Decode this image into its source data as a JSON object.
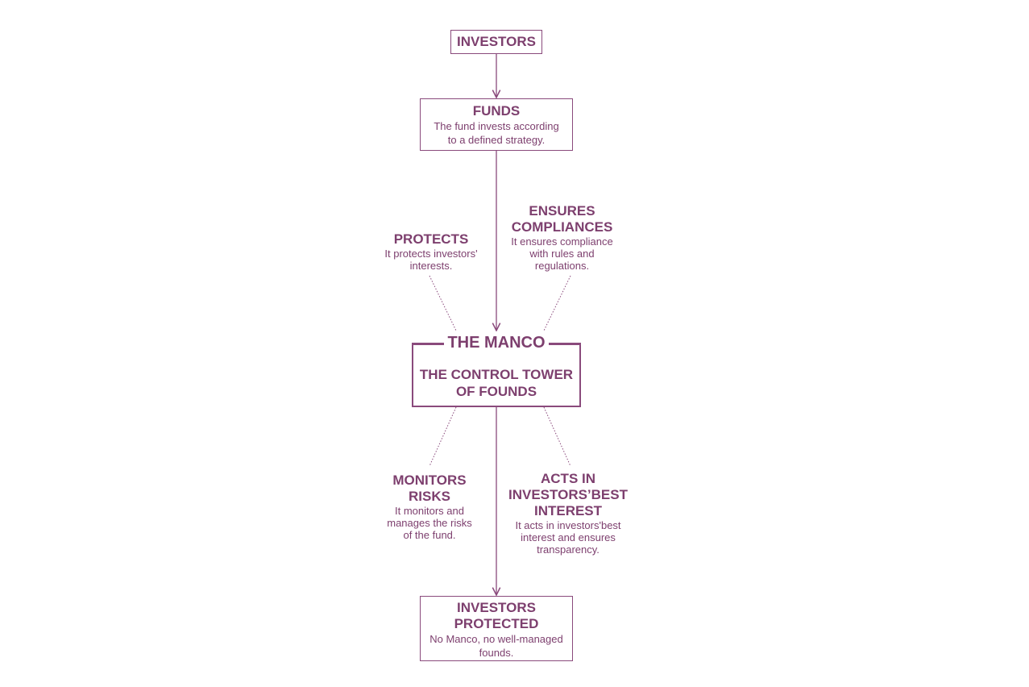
{
  "colors": {
    "accent": "#7d3f6e",
    "line": "#8a4a7c",
    "background": "#ffffff"
  },
  "nodes": {
    "investors": {
      "title": "INVESTORS"
    },
    "funds": {
      "title": "FUNDS",
      "desc_line1": "The fund invests according",
      "desc_line2": "to a defined strategy."
    },
    "manco": {
      "title": "THE MANCO",
      "subtitle_line1": "THE CONTROL TOWER",
      "subtitle_line2": "OF FOUNDS"
    },
    "protected": {
      "title_line1": "INVESTORS",
      "title_line2": "PROTECTED",
      "desc_line1": "No Manco, no well-managed",
      "desc_line2": "founds."
    }
  },
  "labels": {
    "protects": {
      "title": "PROTECTS",
      "desc_line1": "It protects investors'",
      "desc_line2": "interests."
    },
    "compliance": {
      "title_line1": "ENSURES",
      "title_line2": "COMPLIANCES",
      "desc_line1": "It ensures compliance",
      "desc_line2": "with rules and",
      "desc_line3": "regulations."
    },
    "monitors": {
      "title_line1": "MONITORS",
      "title_line2": "RISKS",
      "desc_line1": "It monitors and",
      "desc_line2": "manages the risks",
      "desc_line3": "of the fund."
    },
    "acts": {
      "title_line1": "ACTS IN",
      "title_line2": "INVESTORS’BEST",
      "title_line3": "INTEREST",
      "desc_line1": "It acts in investors'best",
      "desc_line2": "interest and ensures",
      "desc_line3": "transparency."
    }
  }
}
